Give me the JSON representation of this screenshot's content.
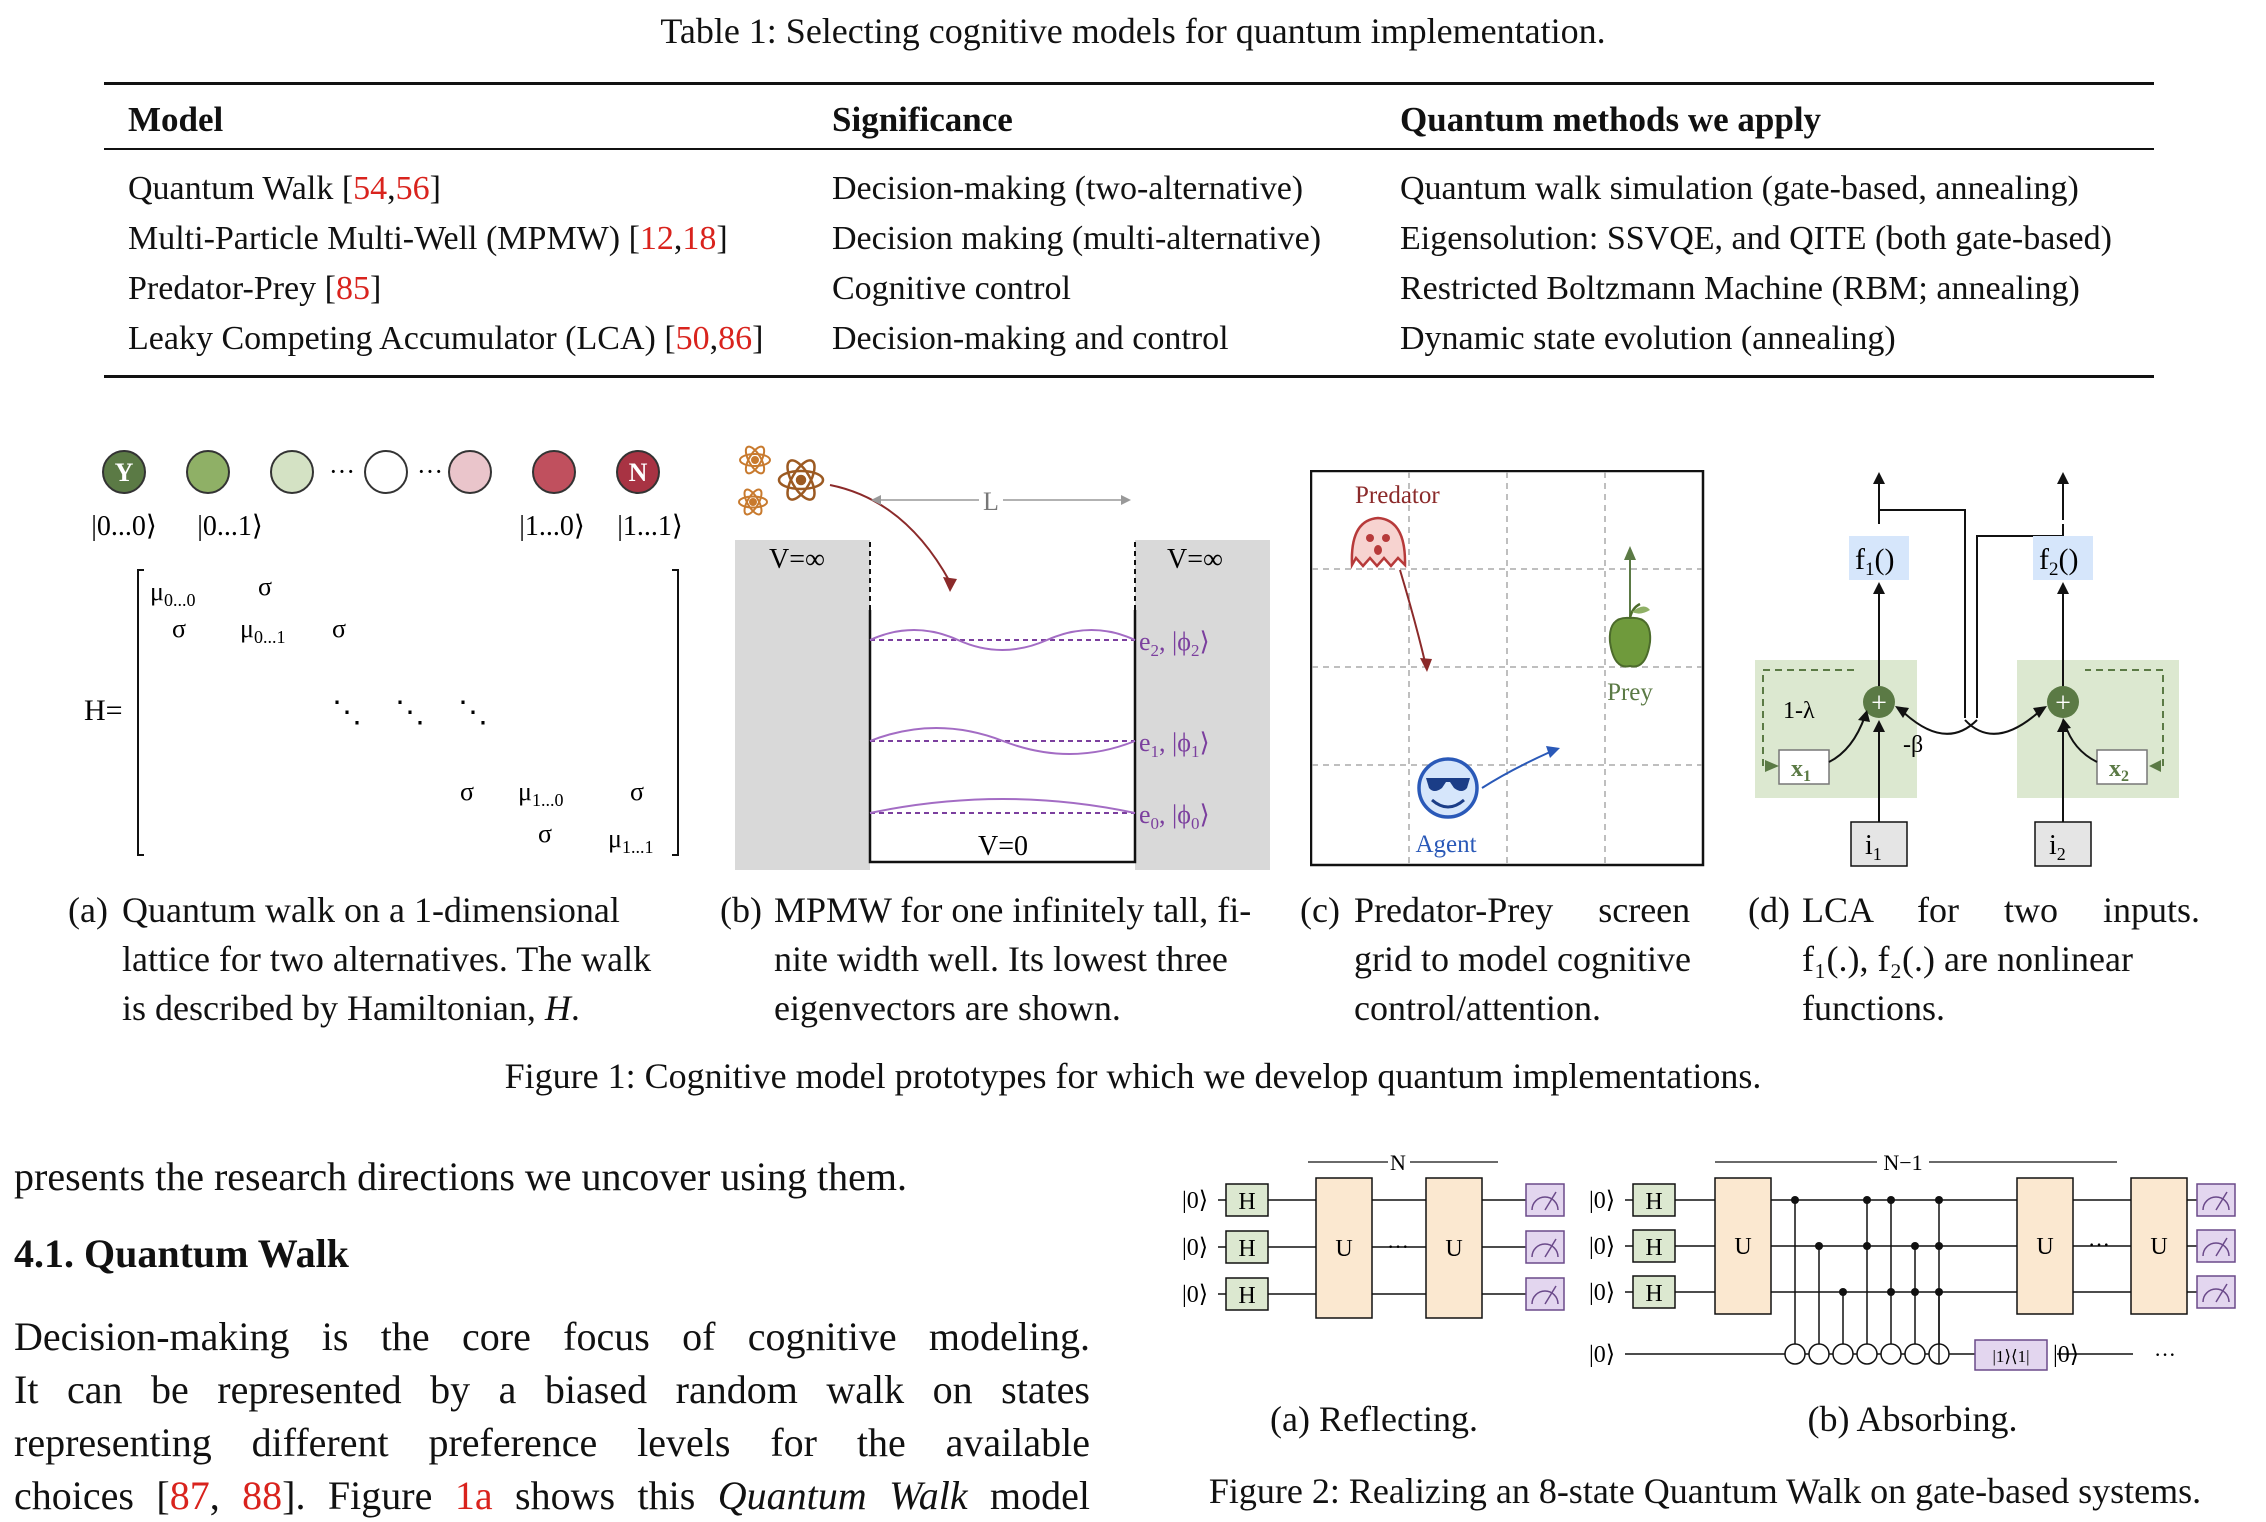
{
  "table": {
    "caption": "Table 1: Selecting cognitive models for quantum implementation.",
    "headers": [
      "Model",
      "Significance",
      "Quantum methods we apply"
    ],
    "rows": [
      {
        "model": "Quantum Walk [",
        "c1": "54",
        "sep": ",",
        "c2": "56",
        "end": "]",
        "significance": "Decision-making (two-alternative)",
        "methods": "Quantum walk simulation (gate-based, annealing)"
      },
      {
        "model": "Multi-Particle Multi-Well (MPMW) [",
        "c1": "12",
        "sep": ",",
        "c2": "18",
        "end": "]",
        "significance": "Decision making (multi-alternative)",
        "methods": "Eigensolution: SSVQE, and QITE (both gate-based)"
      },
      {
        "model": "Predator-Prey [",
        "c1": "85",
        "sep": "",
        "c2": "",
        "end": "]",
        "significance": "Cognitive control",
        "methods": "Restricted Boltzmann Machine (RBM; annealing)"
      },
      {
        "model": "Leaky Competing Accumulator (LCA) [",
        "c1": "50",
        "sep": ",",
        "c2": "86",
        "end": "]",
        "significance": "Decision-making and control",
        "methods": "Dynamic state evolution (annealing)"
      }
    ]
  },
  "fig1": {
    "a": {
      "node_left": "Y",
      "node_right": "N",
      "dots": "···",
      "kets": [
        "|0...0⟩",
        "|0...1⟩",
        "|1...0⟩",
        "|1...1⟩"
      ],
      "h_label": "H=",
      "sigma": "σ",
      "mu": "μ",
      "mu_subs": [
        "0...0",
        "0...1",
        "1...0",
        "1...1"
      ],
      "ddots": "⋱",
      "colors": [
        "#5b7a45",
        "#8fb066",
        "#d4e2c4",
        "#ffffff",
        "#eac5cb",
        "#c0505e",
        "#a83343"
      ]
    },
    "b": {
      "L": "L",
      "v_inf_left": "V=∞",
      "v_inf_right": "V=∞",
      "v0": "V=0",
      "levels": [
        {
          "e": "e",
          "sub": "2",
          "phi": "ϕ",
          "psub": "2"
        },
        {
          "e": "e",
          "sub": "1",
          "phi": "ϕ",
          "psub": "1"
        },
        {
          "e": "e",
          "sub": "0",
          "phi": "ϕ",
          "psub": "0"
        }
      ]
    },
    "c": {
      "predator": "Predator",
      "prey": "Prey",
      "agent": "Agent"
    },
    "d": {
      "f1": "f",
      "f1sub": "1",
      "f2": "f",
      "f2sub": "2",
      "paren": "()",
      "lambda": "1-λ",
      "beta": "-β",
      "x": "x",
      "x1sub": "1",
      "x2sub": "2",
      "i": "i",
      "i1sub": "1",
      "i2sub": "2",
      "plus": "+"
    },
    "subcaptions": [
      {
        "label": "(a)",
        "lines": [
          "Quantum walk on a 1-dimensional",
          "lattice for two alternatives. The walk",
          "is described by Hamiltonian, "
        ],
        "italic": "H",
        "tail": "."
      },
      {
        "label": "(b)",
        "lines": [
          "MPMW for one infinitely tall, fi-",
          "nite width well. Its lowest three",
          "eigenvectors are shown."
        ]
      },
      {
        "label": "(c)",
        "lines": [
          "Predator-Prey     screen",
          "grid to model cognitive",
          "control/attention."
        ]
      },
      {
        "label": "(d)",
        "lines": [
          "LCA     for     two     inputs.",
          "f₁(.), f₂(.) are nonlinear",
          "functions."
        ]
      }
    ],
    "caption": "Figure 1: Cognitive model prototypes for which we develop quantum implementations."
  },
  "body": {
    "line0": "presents the research directions we uncover using them.",
    "section": "4.1. Quantum Walk",
    "line1": "Decision-making is the core focus of cognitive modeling.",
    "line2": "It can be represented by a biased random walk on states",
    "line3": "representing different preference levels for the available",
    "line4_a": "choices [",
    "line4_c1": "87",
    "line4_sep": ", ",
    "line4_c2": "88",
    "line4_b": "]. Figure ",
    "line4_ref": "1a",
    "line4_c": " shows this ",
    "line4_it": "Quantum Walk",
    "line4_d": " model"
  },
  "fig2": {
    "ket0": "|0⟩",
    "H": "H",
    "U": "U",
    "dots": "···",
    "N": "N",
    "Nm1": "N−1",
    "proj": "|1⟩⟨1|",
    "cap_a": "(a) Reflecting.",
    "cap_b": "(b) Absorbing.",
    "caption": "Figure 2: Realizing an 8-state Quantum Walk on gate-based systems."
  }
}
